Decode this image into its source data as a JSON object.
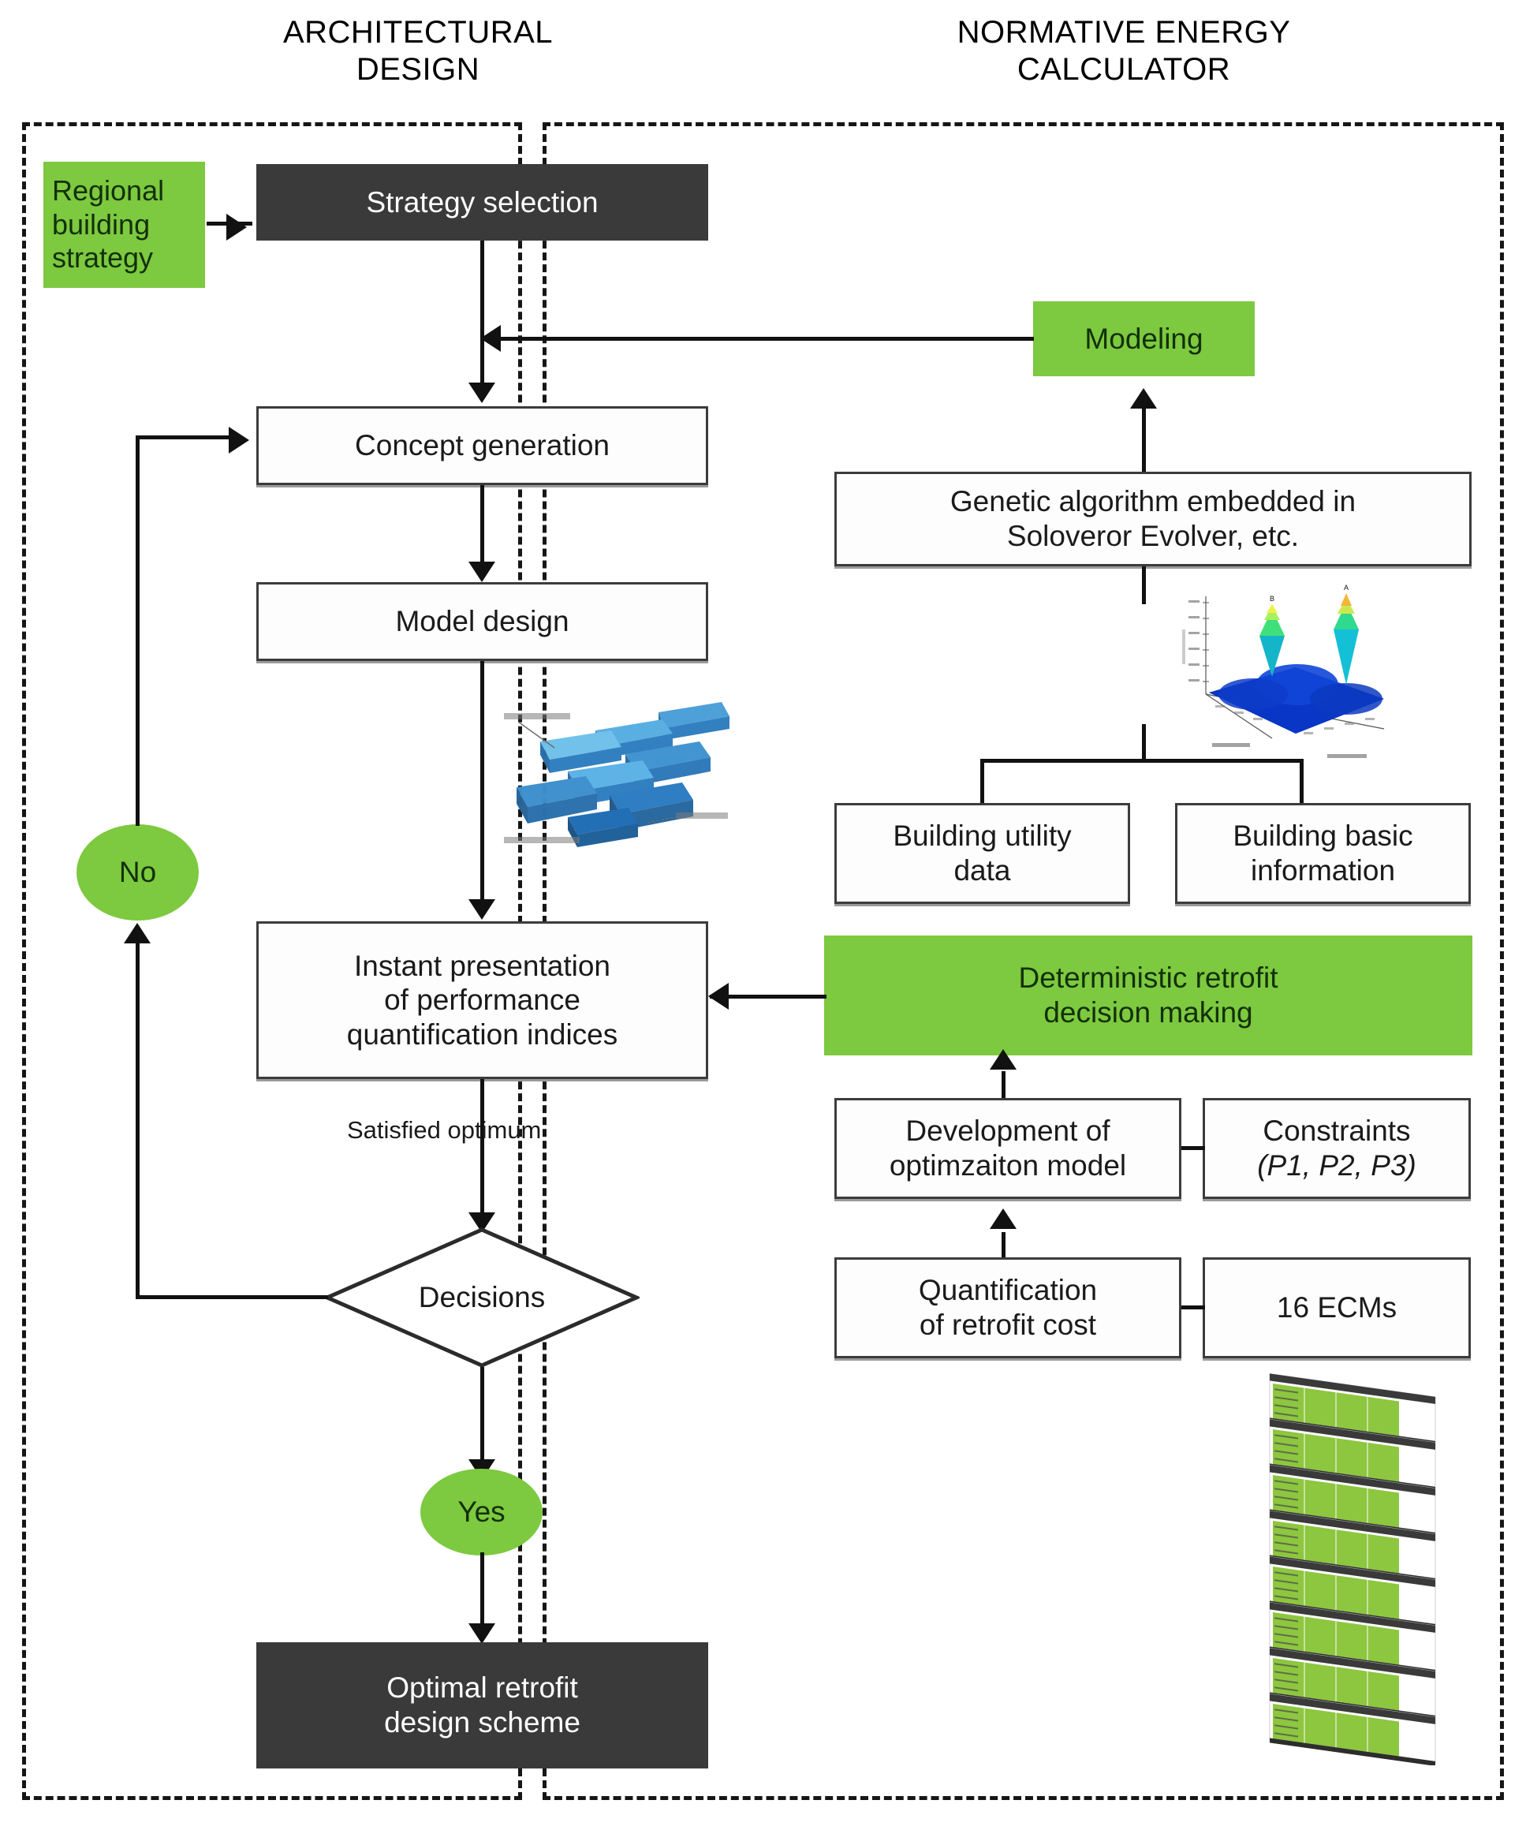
{
  "columns": {
    "left_title": "ARCHITECTURAL\nDESIGN",
    "right_title": "NORMATIVE ENERGY\nCALCULATOR"
  },
  "colors": {
    "green": "#7dc93f",
    "dark": "#3a3a3a",
    "line": "#111111",
    "white_box_border": "#3c3c3c"
  },
  "left_column": {
    "regional_building_strategy": "Regional\nbuilding\nstrategy",
    "strategy_selection": "Strategy selection",
    "concept_generation": "Concept generation",
    "model_design": "Model design",
    "instant_presentation": "Instant presentation\nof performance\nquantification indices",
    "decisions": "Decisions",
    "no_label": "No",
    "yes_label": "Yes",
    "optimal_retrofit": "Optimal retrofit\ndesign scheme",
    "satisfied_optimum_edge_label": "Satisfied optimum",
    "building_massing_thumbnail": "blue-3d-building-massing-image"
  },
  "right_column": {
    "modeling": "Modeling",
    "genetic_algorithm": "Genetic algorithm embedded in\nSoloveror Evolver, etc.",
    "building_utility_data": "Building utility\ndata",
    "building_basic_information": "Building basic\ninformation",
    "deterministic_retrofit": "Deterministic retrofit\ndecision making",
    "development_of_optimization_model": "Development of\noptimzaiton model",
    "constraints_line1": "Constraints",
    "constraints_line2": "(P1, P2, P3)",
    "quantification_of_retrofit_cost": "Quantification\nof retrofit cost",
    "ecms": "16 ECMs",
    "surface_plot_thumbnail": "3d-optimization-surface-plot-image",
    "spreadsheet_thumbnail": "stacked-green-spreadsheets-image"
  }
}
